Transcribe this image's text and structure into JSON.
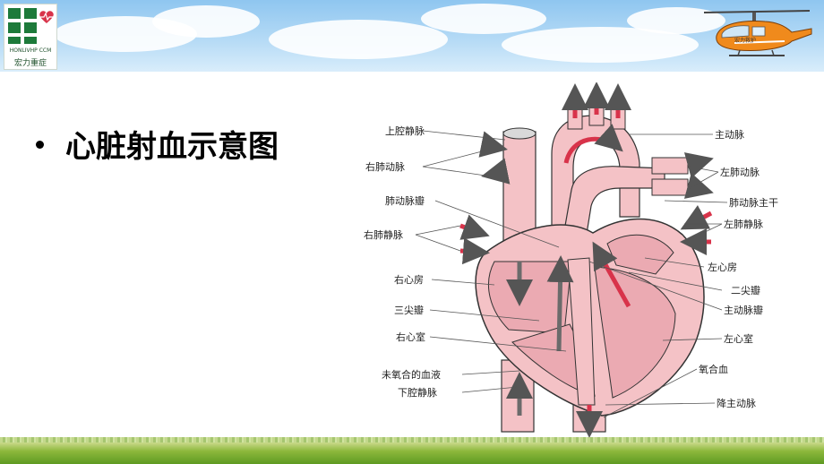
{
  "logo": {
    "brand_en": "HONLIVHP CCM",
    "brand_cn": "宏力重症",
    "heli_text": "宏力救护"
  },
  "slide": {
    "bullet": "心脏射血示意图"
  },
  "diagram": {
    "labels_left": [
      "上腔静脉",
      "右肺动脉",
      "肺动脉瓣",
      "右肺静脉",
      "右心房",
      "三尖瓣",
      "右心室",
      "未氧合的血液",
      "下腔静脉"
    ],
    "labels_right": [
      "主动脉",
      "左肺动脉",
      "肺动脉主干",
      "左肺静脉",
      "左心房",
      "二尖瓣",
      "主动脉瓣",
      "左心室",
      "氧合血",
      "降主动脉"
    ]
  },
  "colors": {
    "heart_fill": "#f4c2c6",
    "heart_dark": "#e49aa2",
    "arrow_red": "#d8334a",
    "arrow_gray": "#6b6b6b",
    "logo_green": "#1d7a3a"
  }
}
